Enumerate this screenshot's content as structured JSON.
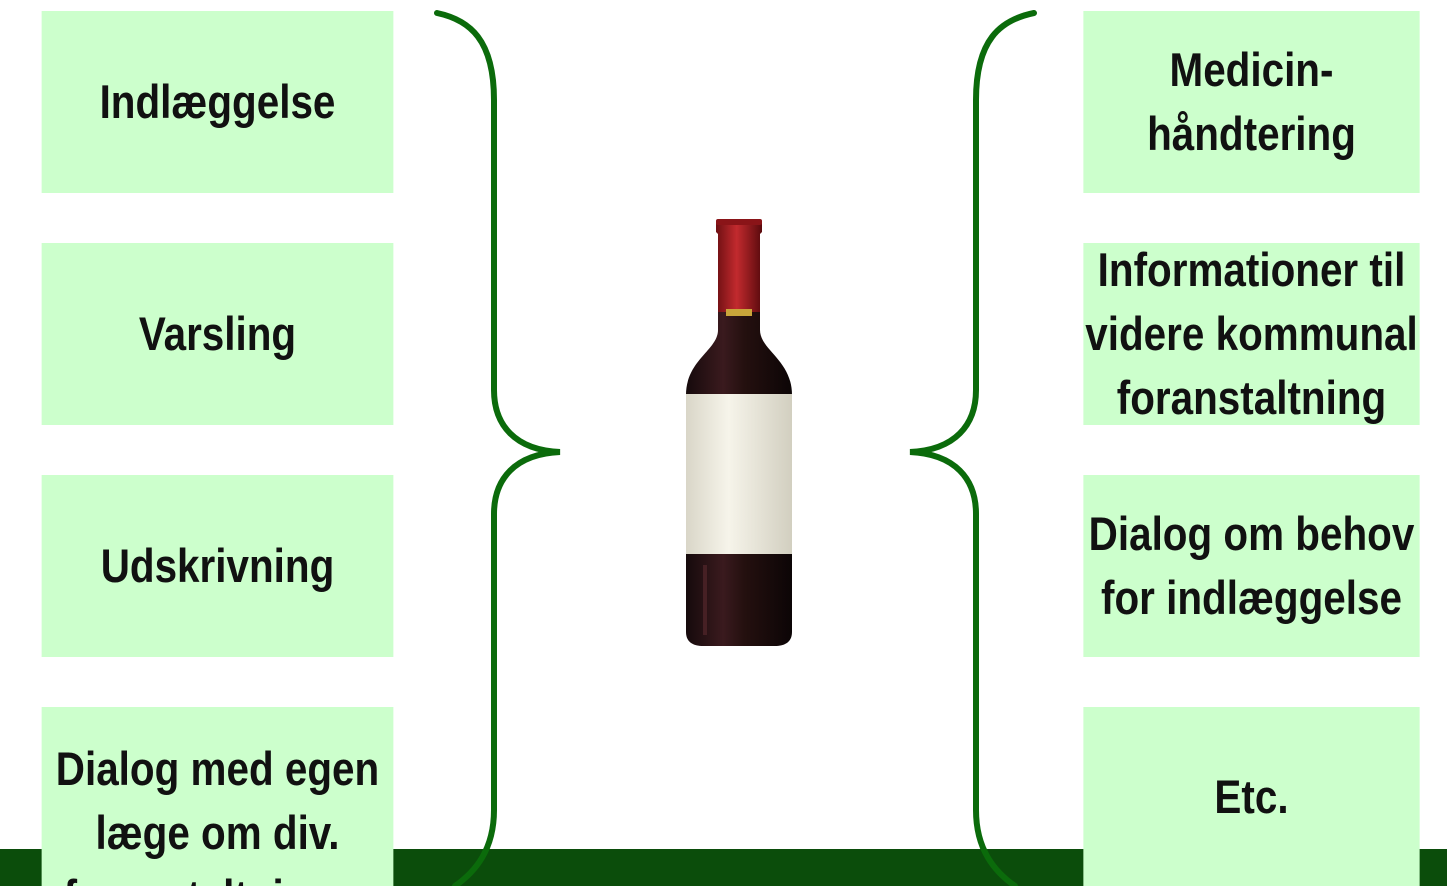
{
  "left_boxes": [
    "Indlæggelse",
    "Varsling",
    "Udskrivning",
    "Dialog med egen\nlæge om div.\nforanstaltninger"
  ],
  "right_boxes": [
    "Medicin-\nhåndtering",
    "Informationer til\nvidere kommunal\nforanstaltning",
    "Dialog om behov\nfor indlæggelse",
    "Etc."
  ],
  "colors": {
    "box_fill": "#ccffcc",
    "brace": "#0b6b0b",
    "footer_bar": "#0b4d0b",
    "text": "#111111"
  },
  "center_image": "wine-bottle"
}
